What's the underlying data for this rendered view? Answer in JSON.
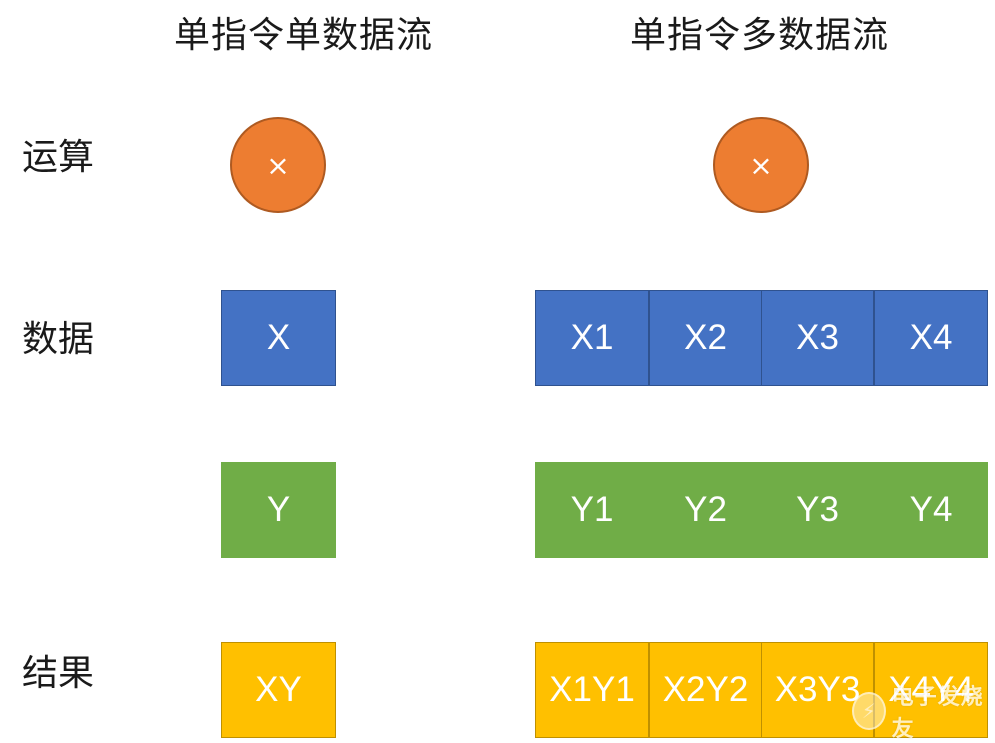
{
  "titles": {
    "sisd": "单指令单数据流",
    "simd": "单指令多数据流"
  },
  "row_labels": {
    "operation": "运算",
    "data": "数据",
    "result": "结果"
  },
  "operator_symbol": "×",
  "sisd": {
    "x": "X",
    "y": "Y",
    "result": "XY"
  },
  "simd": {
    "x": [
      "X1",
      "X2",
      "X3",
      "X4"
    ],
    "y": [
      "Y1",
      "Y2",
      "Y3",
      "Y4"
    ],
    "result": [
      "X1Y1",
      "X2Y2",
      "X3Y3",
      "X4Y4"
    ]
  },
  "colors": {
    "operator": "#ed7d31",
    "data_x": "#4472c4",
    "data_y": "#70ad47",
    "result": "#ffc000"
  },
  "watermark": {
    "icon": "elecfans-logo-icon",
    "text": "电子发烧友"
  }
}
